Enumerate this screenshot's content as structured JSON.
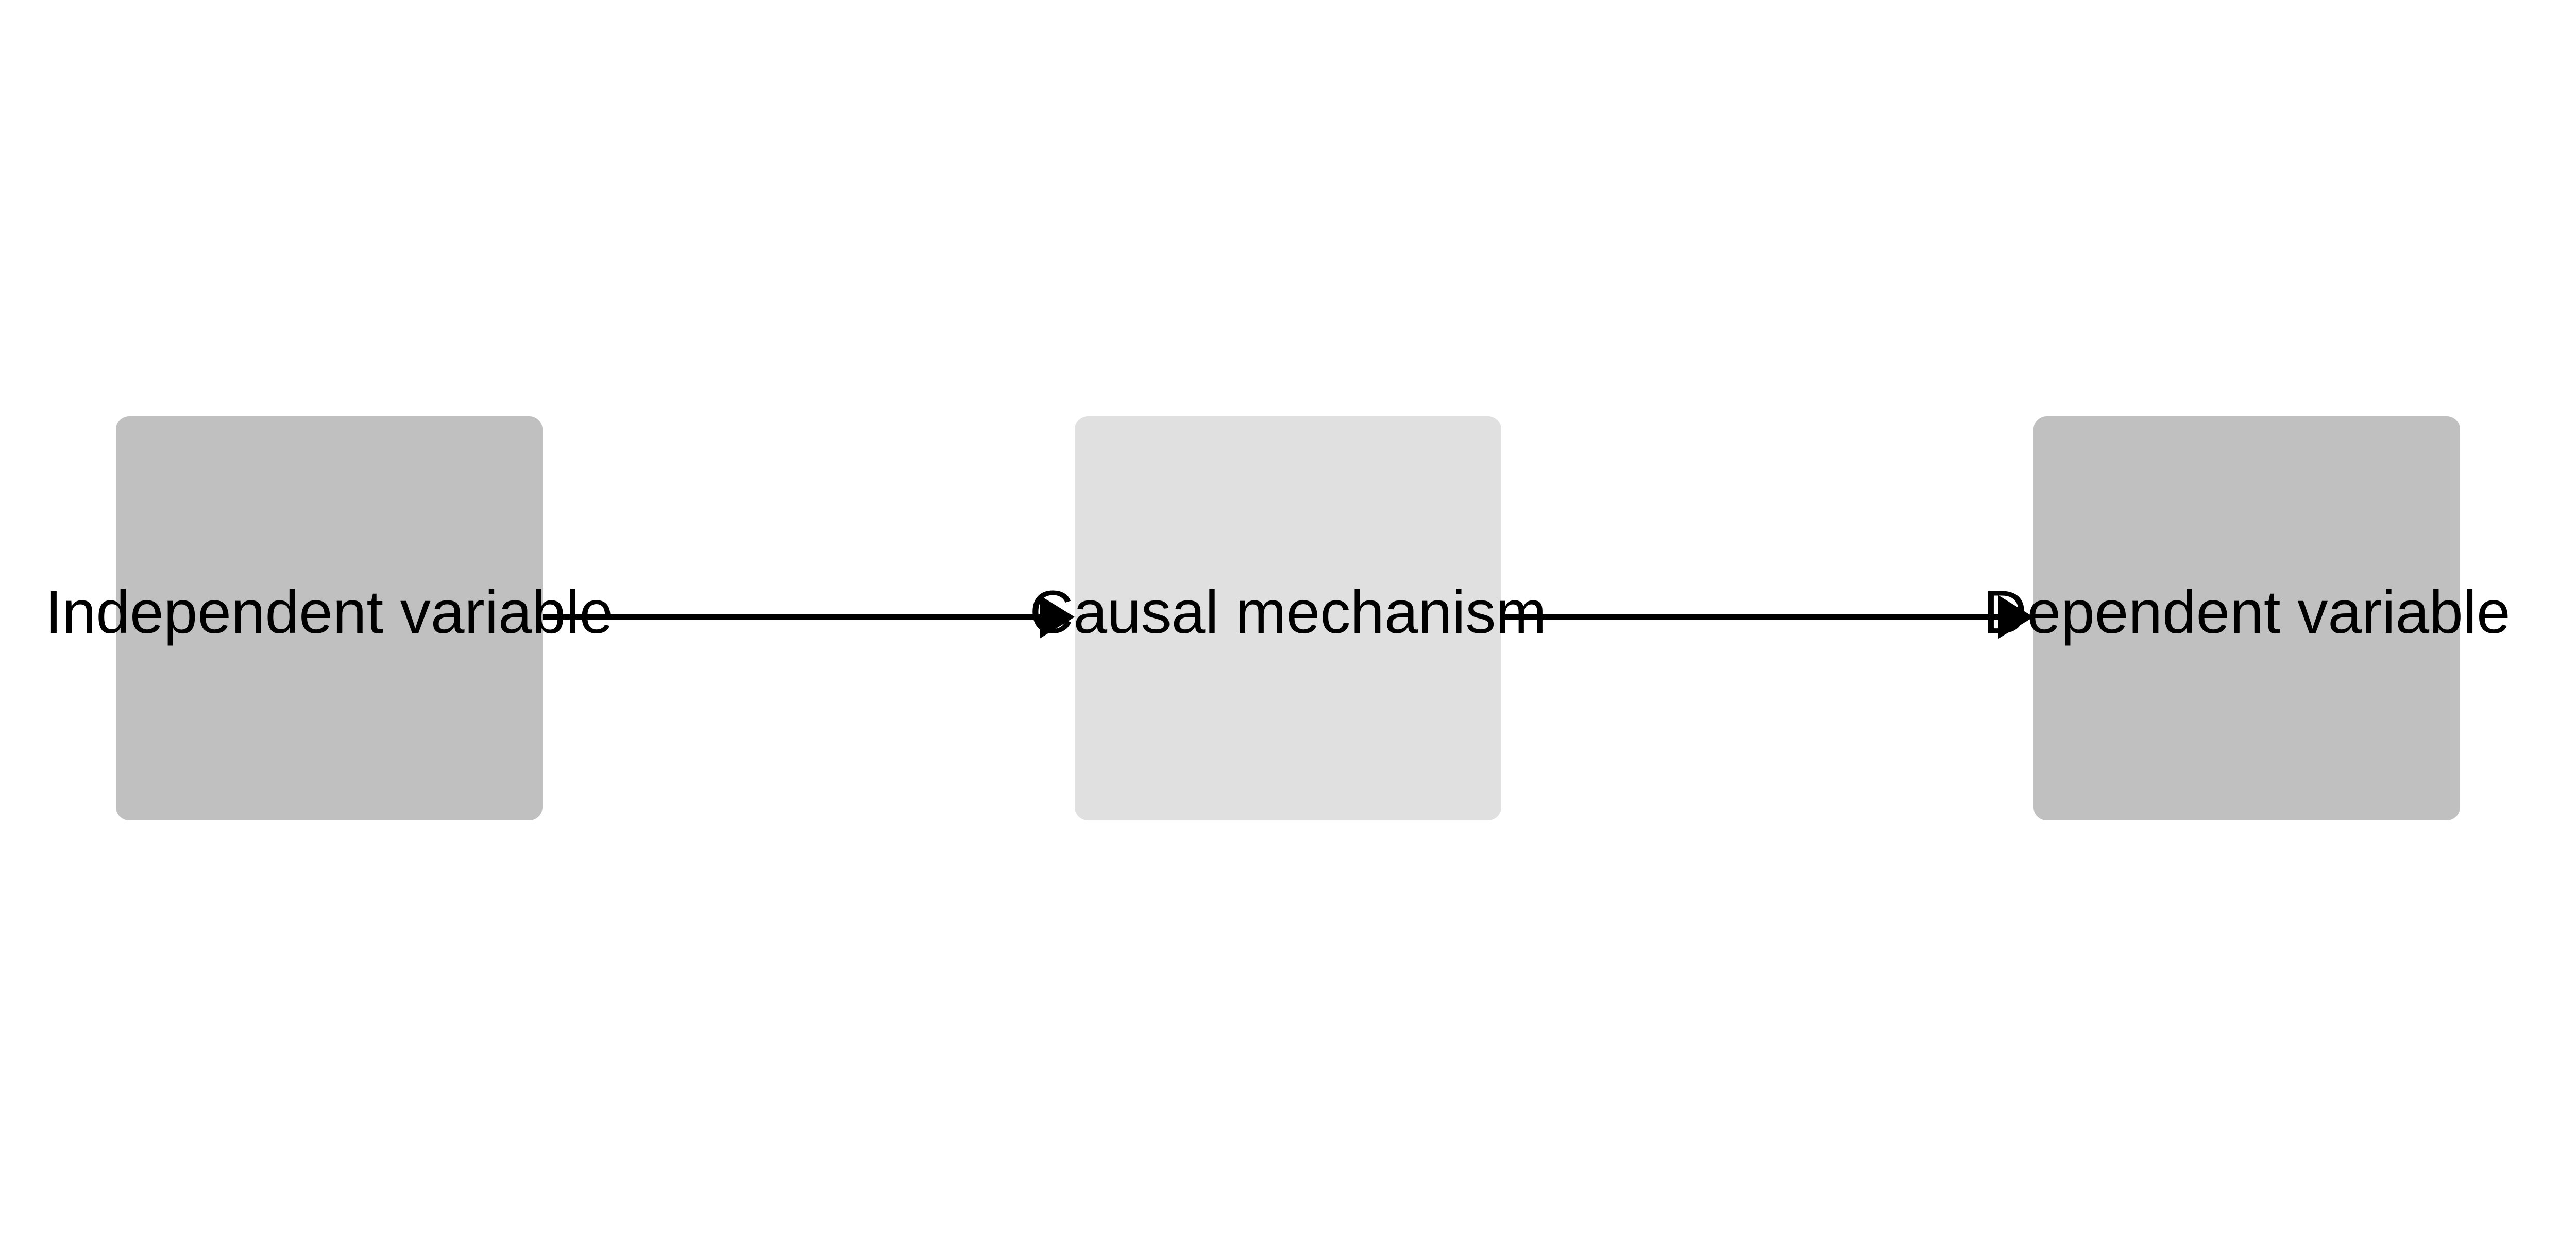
{
  "nodes": [
    {
      "label": "Independent variable",
      "color": "#c0c0c0"
    },
    {
      "label": "Causal mechanism",
      "color": "#e0e0e0"
    },
    {
      "label": "Dependent variable",
      "color": "#c0c0c0"
    }
  ],
  "edges": [
    {
      "from": "Independent variable",
      "to": "Causal mechanism"
    },
    {
      "from": "Causal mechanism",
      "to": "Dependent variable"
    }
  ],
  "edge_color": "#000000"
}
